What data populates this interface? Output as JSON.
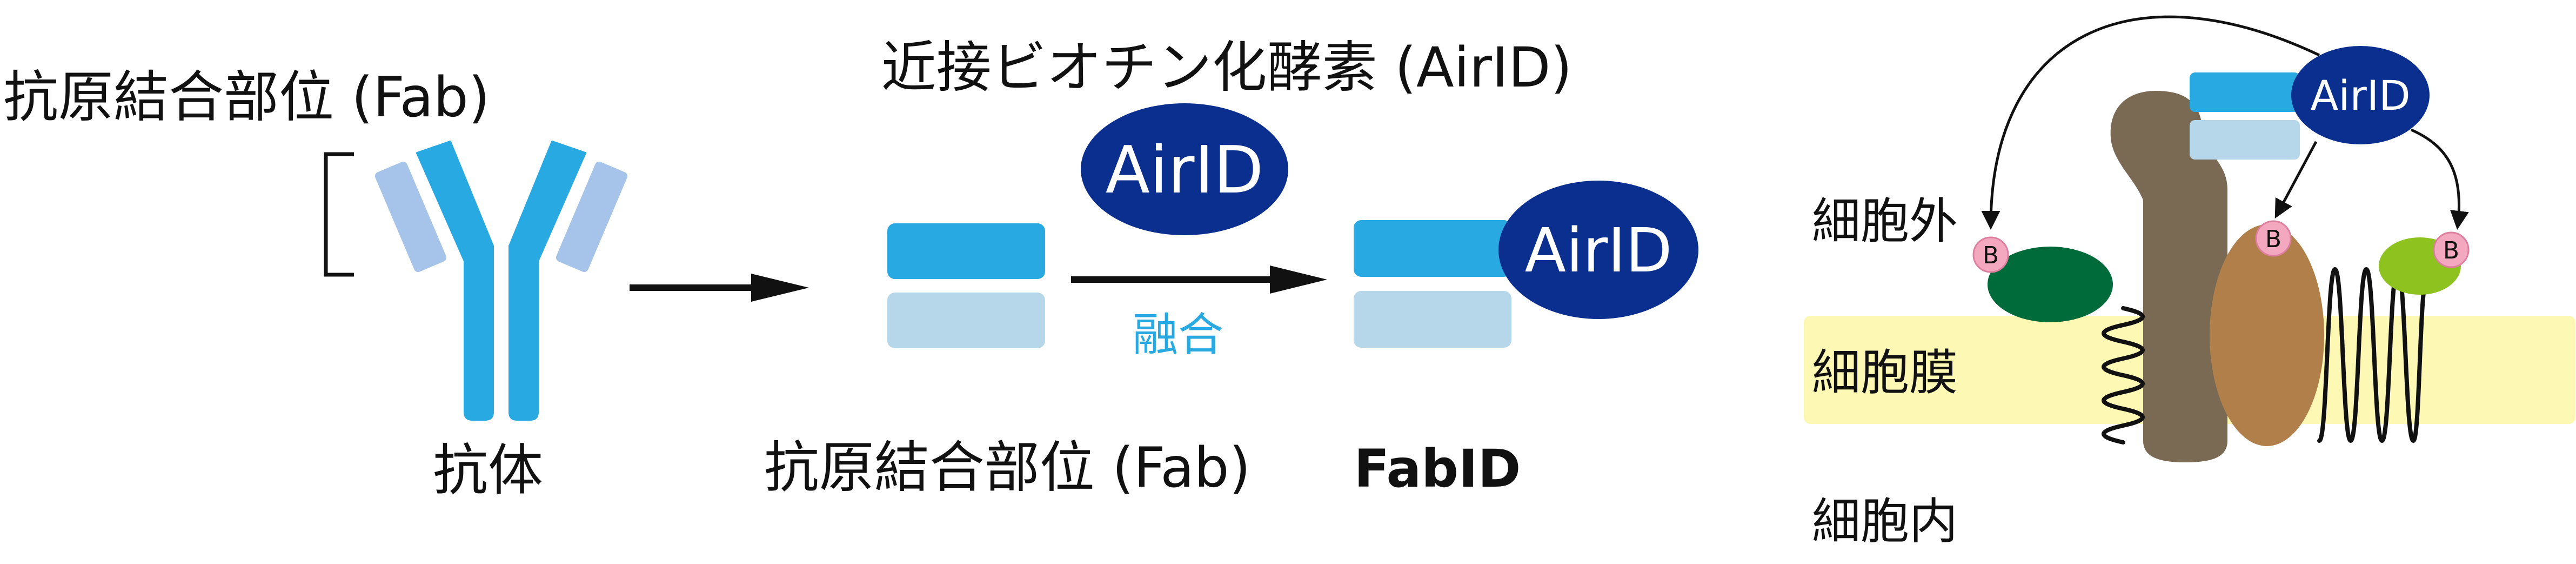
{
  "antibody_panel": {
    "fab_label": "抗原結合部位 (Fab)",
    "antibody_label": "抗体"
  },
  "fusion_panel": {
    "enzyme_title": "近接ビオチン化酵素 (AirID)",
    "enzyme_name": "AirID",
    "fusion_label": "融合",
    "fab_label": "抗原結合部位 (Fab)",
    "fabid_enzyme_name": "AirID",
    "product_label": "FabID"
  },
  "membrane_panel": {
    "enzyme_name": "AirID",
    "extracellular_label": "細胞外",
    "membrane_label": "細胞膜",
    "intracellular_label": "細胞内",
    "biotin_marks": [
      "B",
      "B",
      "B"
    ]
  },
  "colors": {
    "heavy_chain": "#29a9e1",
    "light_chain": "#a6c4ea",
    "fab_upper": "#29a9e1",
    "fab_lower": "#b6d6ea",
    "airid": "#0b2f8e",
    "fusion_text": "#29a9e1",
    "membrane": "#fdf8b4",
    "receptor": "#7a6953",
    "protein_green": "#006b3a",
    "protein_brown": "#b1804a",
    "protein_lime": "#8dc21f",
    "biotin": "#f3a8bf"
  }
}
